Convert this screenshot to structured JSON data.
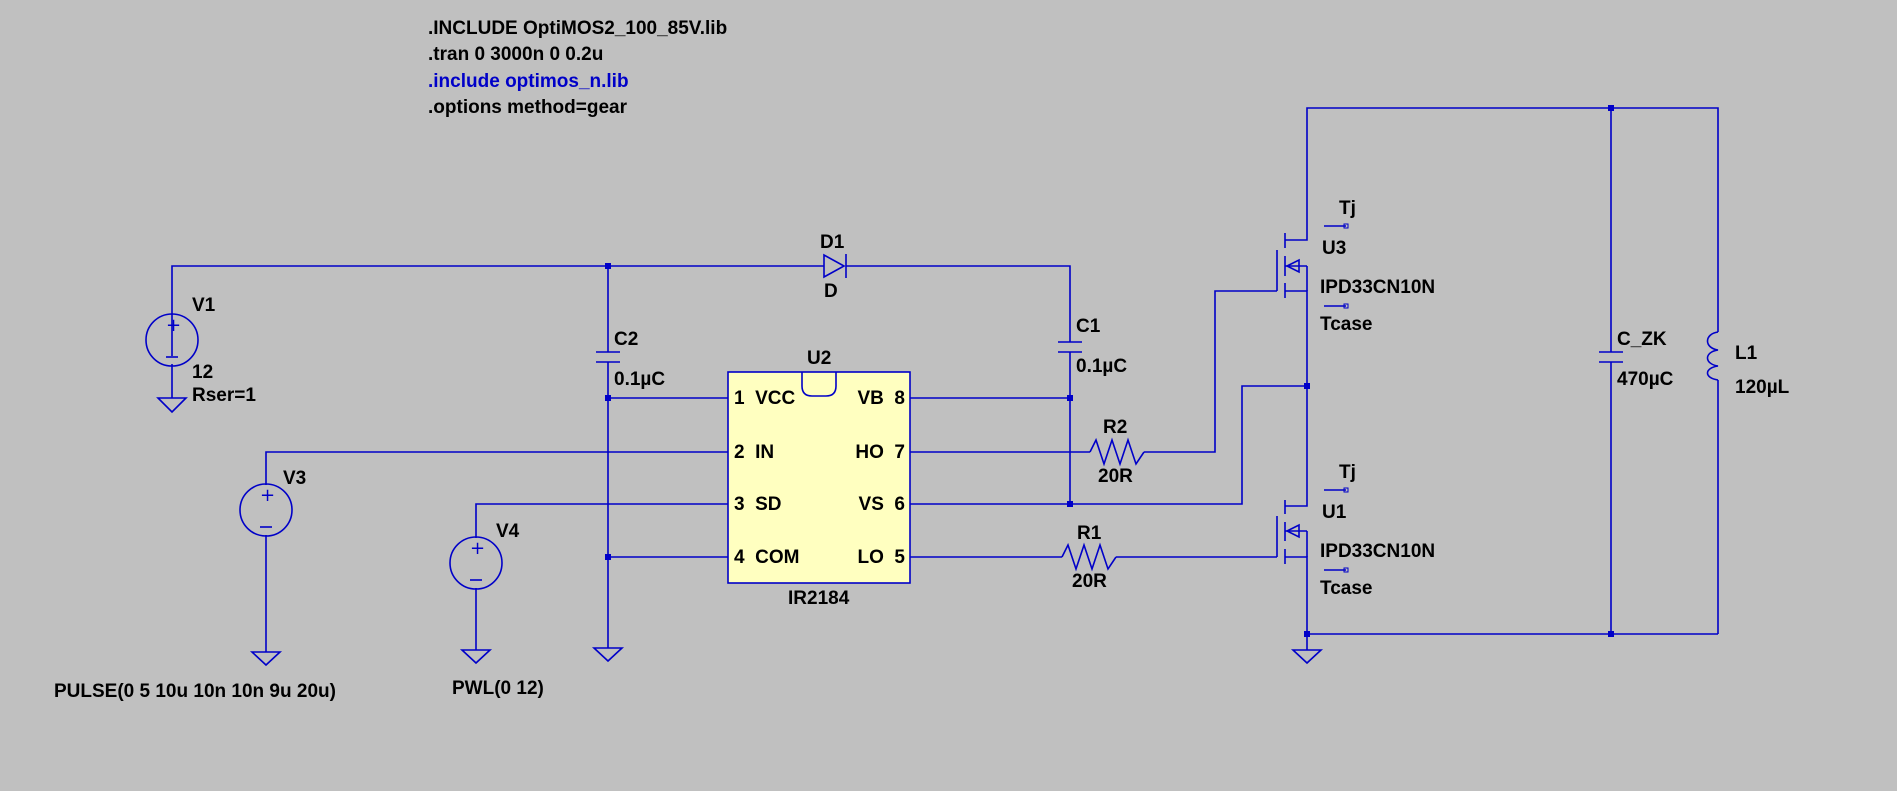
{
  "colors": {
    "background": "#c0c0c0",
    "wire": "#0000c8",
    "ic_fill": "#ffffc0",
    "text": "#000000",
    "include_directive": "#0000c8"
  },
  "directives": [
    ".INCLUDE OptiMOS2_100_85V.lib",
    ".tran 0 3000n 0 0.2u",
    ".include optimos_n.lib",
    ".options method=gear"
  ],
  "sources": {
    "v1": {
      "name": "V1",
      "value": "12",
      "param": "Rser=1"
    },
    "v3": {
      "name": "V3",
      "value": "PULSE(0 5 10u 10n 10n 9u 20u)"
    },
    "v4": {
      "name": "V4",
      "value": "PWL(0 12)"
    }
  },
  "passives": {
    "c1": {
      "name": "C1",
      "value": "0.1µC"
    },
    "c2": {
      "name": "C2",
      "value": "0.1µC"
    },
    "r1": {
      "name": "R1",
      "value": "20R"
    },
    "r2": {
      "name": "R2",
      "value": "20R"
    },
    "czk": {
      "name": "C_ZK",
      "value": "470µC"
    },
    "l1": {
      "name": "L1",
      "value": "120µL"
    },
    "d1": {
      "name": "D1",
      "value": "D"
    }
  },
  "ic": {
    "name": "U2",
    "part": "IR2184",
    "pins_left": [
      "1  VCC",
      "2  IN",
      "3  SD",
      "4  COM"
    ],
    "pins_right": [
      "VB  8",
      "HO  7",
      "VS  6",
      "LO  5"
    ]
  },
  "mosfets": {
    "u3": {
      "name": "U3",
      "part": "IPD33CN10N",
      "tj": "Tj",
      "tcase": "Tcase"
    },
    "u1": {
      "name": "U1",
      "part": "IPD33CN10N",
      "tj": "Tj",
      "tcase": "Tcase"
    }
  }
}
